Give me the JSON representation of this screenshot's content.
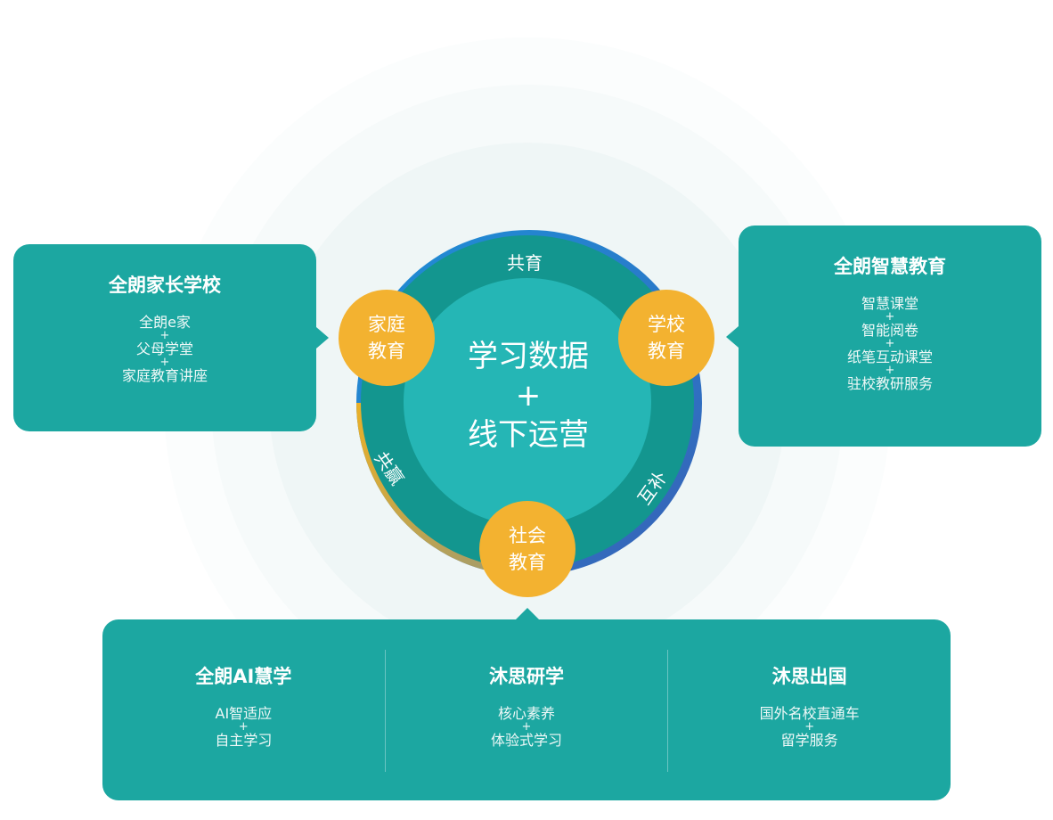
{
  "center": {
    "line1": "学习数据",
    "plus": "+",
    "line2": "线下运营"
  },
  "ring_labels": {
    "top": "共育",
    "left": "共赢",
    "right": "互补"
  },
  "nodes": {
    "family": {
      "line1": "家庭",
      "line2": "教育"
    },
    "school": {
      "line1": "学校",
      "line2": "教育"
    },
    "society": {
      "line1": "社会",
      "line2": "教育"
    }
  },
  "cards": {
    "left": {
      "title": "全朗家长学校",
      "items": [
        "全朗e家",
        "父母学堂",
        "家庭教育讲座"
      ]
    },
    "right": {
      "title": "全朗智慧教育",
      "items": [
        "智慧课堂",
        "智能阅卷",
        "纸笔互动课堂",
        "驻校教研服务"
      ]
    },
    "bottom": [
      {
        "title": "全朗AI慧学",
        "items": [
          "AI智适应",
          "自主学习"
        ]
      },
      {
        "title": "沐思研学",
        "items": [
          "核心素养",
          "体验式学习"
        ]
      },
      {
        "title": "沐思出国",
        "items": [
          "国外名校直通车",
          "留学服务"
        ]
      }
    ],
    "plus": "+"
  },
  "colors": {
    "card_bg": "#1ca7a1",
    "ring_dark": "#13968f",
    "center_fill": "#25b6b5",
    "node_yellow": "#f3b230",
    "ring_blue": "#2a86d0",
    "ring_gold": "#e6ac2a"
  }
}
